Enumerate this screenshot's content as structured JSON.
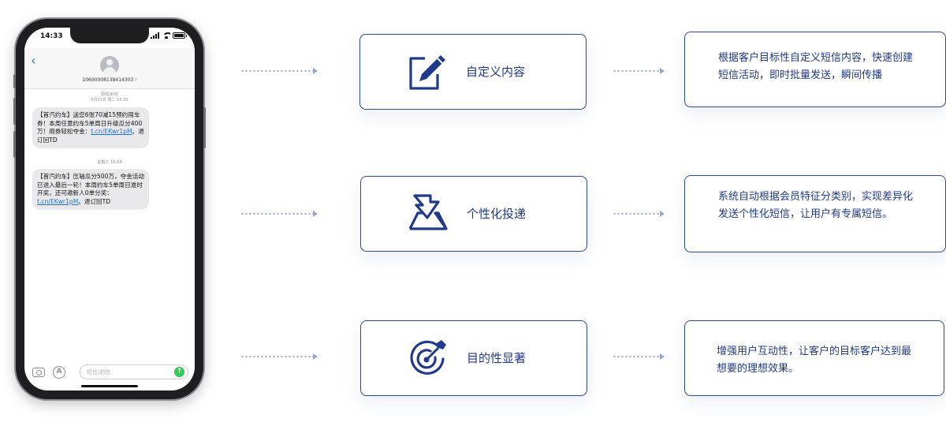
{
  "phone": {
    "status_time": "14:33",
    "contact_number": "1069000813841430​3 ›",
    "messages": [
      {
        "meta_line1": "短信/彩信",
        "meta_line2": "5月21日 周二 15:33",
        "text": "【首汽约车】送您6张70减15预约用车券！本周任意约车5单周日升级瓜分400万！用券轻松夺金：",
        "link": "t.cn/EKwr1pM",
        "suffix": "。退订回TD"
      },
      {
        "meta_line1": "星期三 15:54",
        "meta_line2": "",
        "text": "【首汽约车】压轴瓜分500万，夺金活动已进入最后一轮！本周约车5单周日准时开奖，还可邀新人0单分奖：",
        "link": "t.cn/EKwr1pM",
        "suffix": "。退订回TD"
      }
    ],
    "input_placeholder": "短信/彩信"
  },
  "features": [
    {
      "icon": "edit-square-icon",
      "title": "自定义内容",
      "description": "根据客户目标性自定义短信内容，快速创建短信活动，即时批量发送，瞬间传播"
    },
    {
      "icon": "inbox-download-icon",
      "title": "个性化投递",
      "description": "系统自动根据会员特征分类别，实现差异化发送个性化短信，让用户有专属短信。"
    },
    {
      "icon": "target-dart-icon",
      "title": "目的性显著",
      "description": "增强用户互动性，让客户的目标客户达到最想要的理想效果。"
    }
  ],
  "colors": {
    "accent": "#1f3a8a",
    "dots": "#8fa6d6",
    "bubble": "#e9e9eb",
    "link": "#1a73e8"
  }
}
